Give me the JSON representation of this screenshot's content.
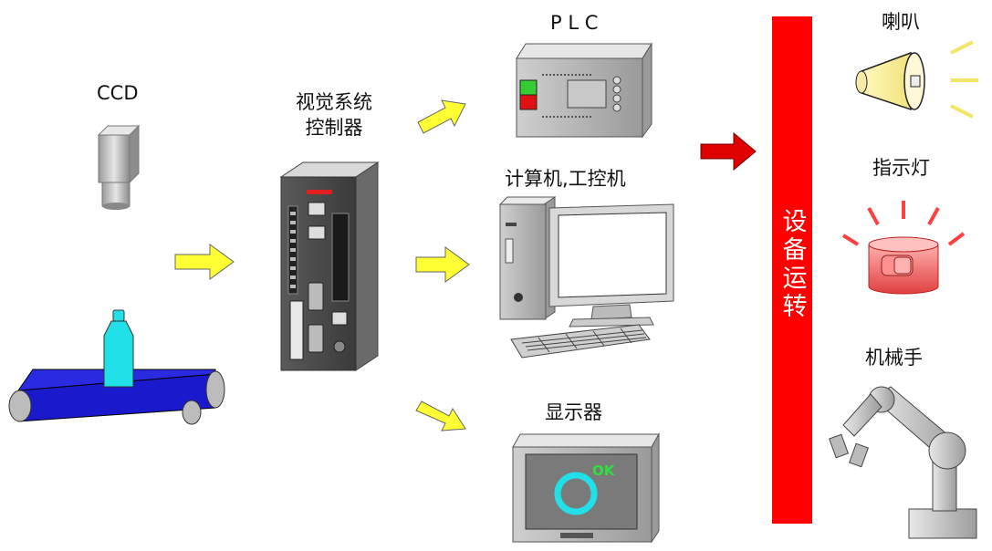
{
  "labels": {
    "ccd": "CCD",
    "controller_line1": "视觉系统",
    "controller_line2": "控制器",
    "plc": "P L C",
    "computer": "计算机,工控机",
    "display": "显示器",
    "display_status": "OK",
    "equipment_bar": "设备运转",
    "speaker": "喇叭",
    "indicator": "指示灯",
    "robot": "机械手"
  },
  "colors": {
    "arrow_yellow": "#ffff33",
    "arrow_red": "#e00000",
    "bar_red": "#ff0000",
    "conveyor_blue": "#1a1acc",
    "bottle_cyan": "#22e0e8",
    "ok_green": "#2ee040"
  },
  "icons": [
    "camera-icon",
    "conveyor-icon",
    "bottle-icon",
    "controller-icon",
    "plc-icon",
    "computer-icon",
    "monitor-icon",
    "speaker-icon",
    "warning-light-icon",
    "robot-arm-icon"
  ]
}
